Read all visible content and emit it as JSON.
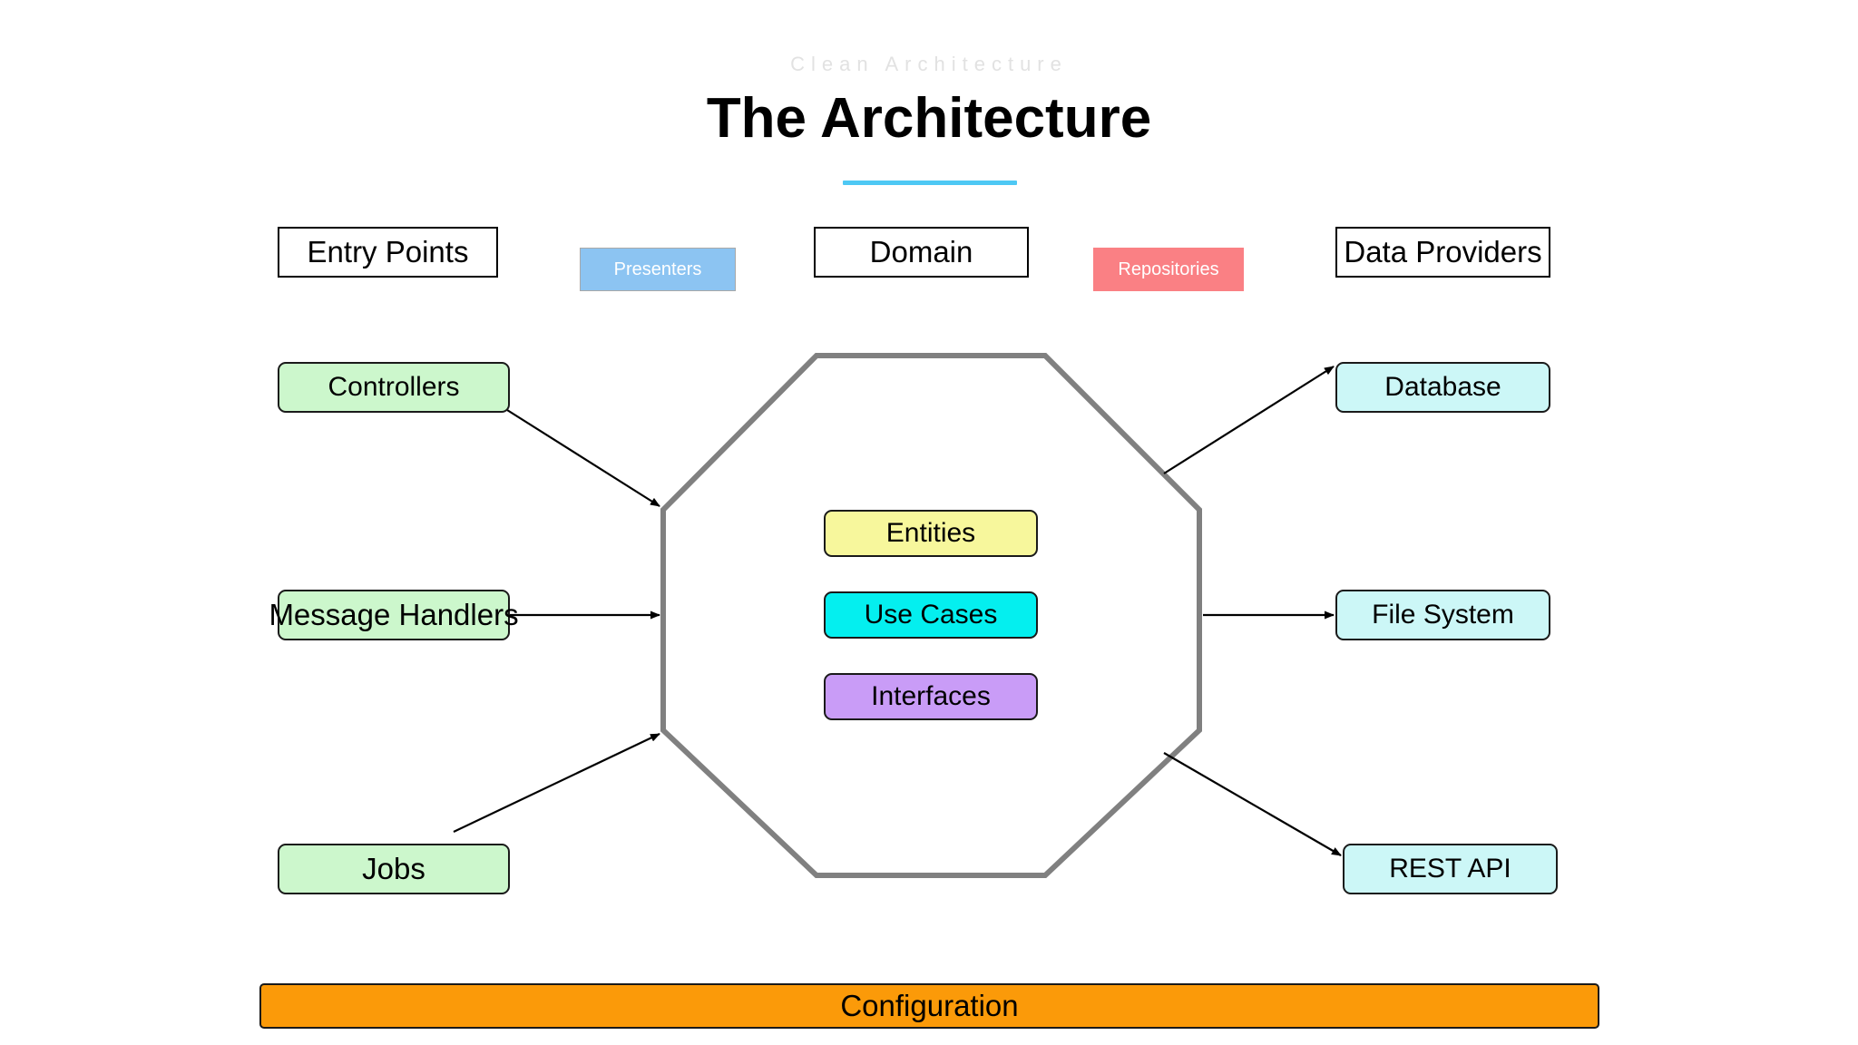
{
  "header": {
    "kicker": "Clean Architecture",
    "title": "The Architecture",
    "accent_color": "#4ec8f4"
  },
  "column_headers": [
    {
      "label": "Entry Points",
      "style": "plain",
      "fill": "#ffffff",
      "text_color": "#000000"
    },
    {
      "label": "Presenters",
      "style": "tint",
      "fill": "#8cc4f2",
      "text_color": "#ffffff"
    },
    {
      "label": "Domain",
      "style": "plain",
      "fill": "#ffffff",
      "text_color": "#000000"
    },
    {
      "label": "Repositories",
      "style": "tint",
      "fill": "#fa8084",
      "text_color": "#ffffff"
    },
    {
      "label": "Data Providers",
      "style": "plain",
      "fill": "#ffffff",
      "text_color": "#000000"
    }
  ],
  "left_nodes": [
    {
      "label": "Controllers",
      "fill": "#ccf7cc"
    },
    {
      "label": "Message Handlers",
      "fill": "#ccf7cc"
    },
    {
      "label": "Jobs",
      "fill": "#ccf7cc"
    }
  ],
  "core_nodes": [
    {
      "label": "Entities",
      "fill": "#f7f79c"
    },
    {
      "label": "Use Cases",
      "fill": "#04efef"
    },
    {
      "label": "Interfaces",
      "fill": "#c99cf7"
    }
  ],
  "right_nodes": [
    {
      "label": "Database",
      "fill": "#ccf7f7"
    },
    {
      "label": "File System",
      "fill": "#ccf7f7"
    },
    {
      "label": "REST API",
      "fill": "#ccf7f7"
    }
  ],
  "domain_shape": {
    "name": "octagon",
    "stroke": "#808080",
    "stroke_width": 6,
    "fill": "#ffffff"
  },
  "footer": {
    "label": "Configuration",
    "fill": "#fb9a09"
  }
}
